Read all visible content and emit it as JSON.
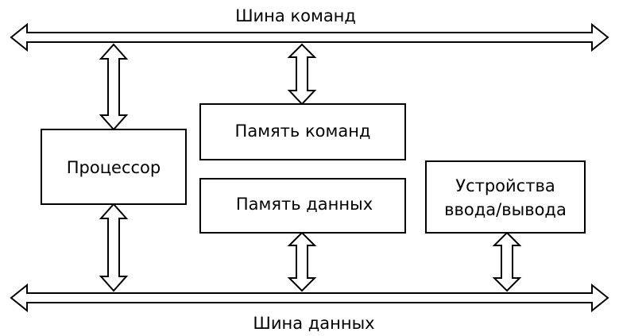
{
  "buses": {
    "command_bus": "Шина команд",
    "data_bus": "Шина данных"
  },
  "blocks": {
    "processor": "Процессор",
    "command_memory": "Память команд",
    "data_memory": "Память данных",
    "io_line1": "Устройства",
    "io_line2": "ввода/вывода"
  },
  "colors": {
    "stroke": "#000000",
    "background": "#ffffff"
  }
}
